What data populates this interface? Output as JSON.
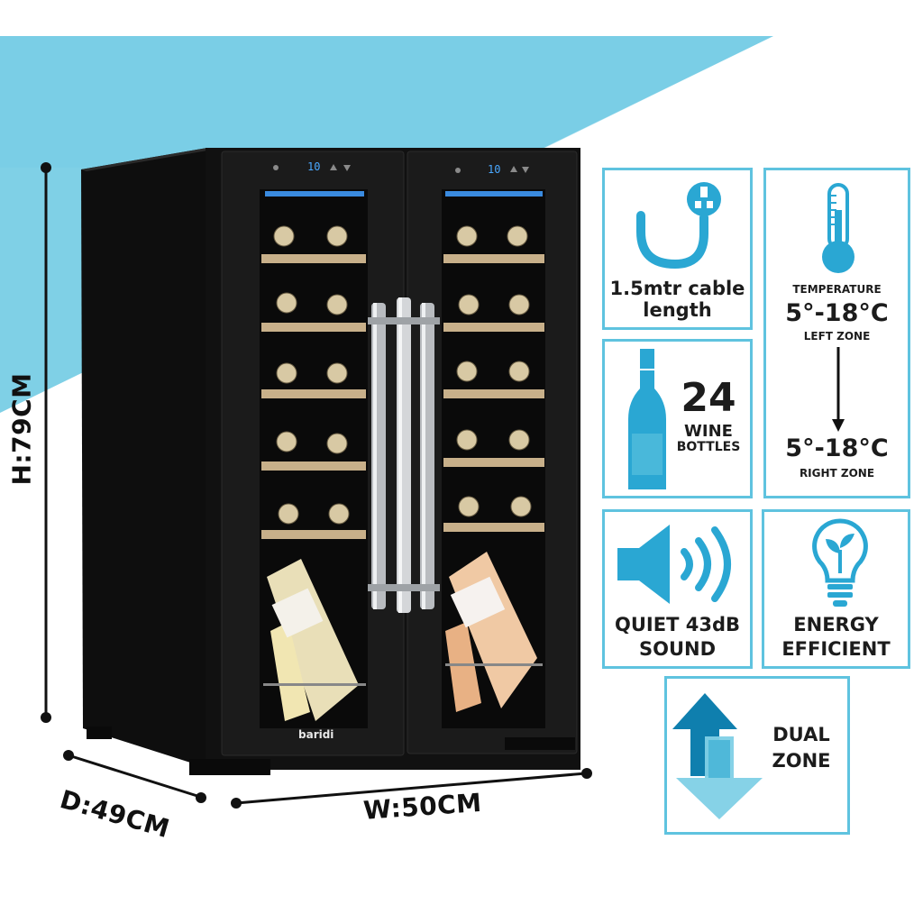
{
  "dimensions": {
    "height": "H:79CM",
    "depth": "D:49CM",
    "width": "W:50CM"
  },
  "product": {
    "brand": "baridi",
    "display_left": "10",
    "display_right": "10"
  },
  "features": {
    "cable": {
      "line1": "1.5mtr cable",
      "line2": "length",
      "icon": "plug-icon"
    },
    "temperature": {
      "heading": "TEMPERATURE",
      "left_range": "5°-18°C",
      "left_label": "LEFT ZONE",
      "right_range": "5°-18°C",
      "right_label": "RIGHT ZONE",
      "icon": "thermometer-icon"
    },
    "bottles": {
      "number": "24",
      "line1": "WINE",
      "line2": "BOTTLES",
      "icon": "wine-bottle-icon"
    },
    "noise": {
      "line1": "QUIET 43dB",
      "line2": "SOUND",
      "icon": "speaker-icon"
    },
    "energy": {
      "line1": "ENERGY",
      "line2": "EFFICIENT",
      "icon": "eco-bulb-icon"
    },
    "zone": {
      "line1": "DUAL",
      "line2": "ZONE",
      "icon": "up-down-arrows-icon"
    }
  },
  "colors": {
    "accent": "#5fc3df",
    "icon_blue": "#2aa7d3",
    "dark_arrow": "#0f7fae",
    "fridge": "#141414"
  }
}
